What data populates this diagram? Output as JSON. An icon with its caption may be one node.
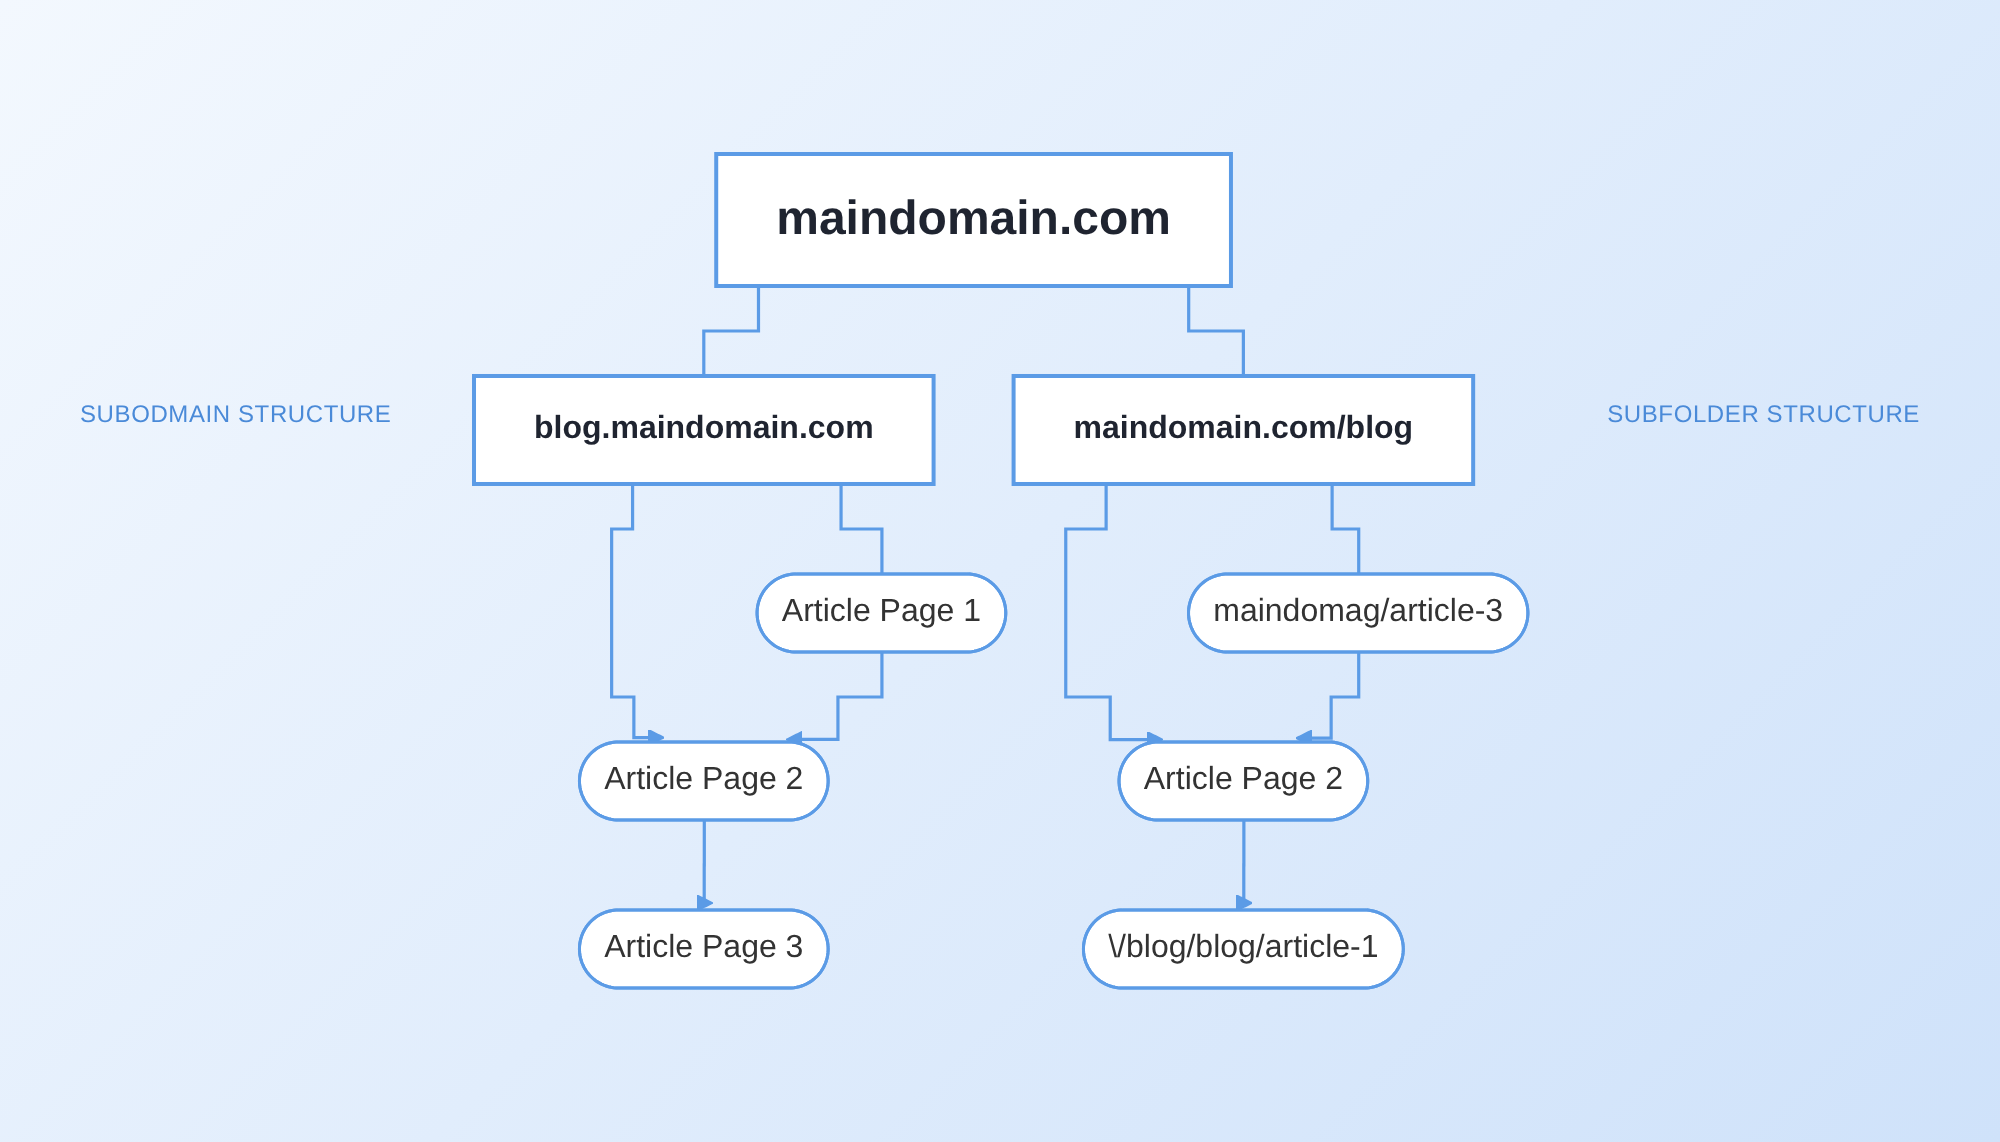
{
  "diagram": {
    "nodes": [
      {
        "text": [
          "maindomain.com"
        ]
      },
      {
        "text": [
          "blog.maindomain.com"
        ]
      },
      {
        "text": [
          "maindomain.com/blog"
        ]
      },
      {
        "text": [
          "Article Page 1"
        ]
      },
      {
        "text": [
          "Article Page 2"
        ]
      },
      {
        "text": [
          "Article Page 3"
        ]
      },
      {
        "text": [
          "maindomag/article-3"
        ]
      },
      {
        "text": [
          "Article Page 2"
        ]
      },
      {
        "text": [
          "\\/blog/blog/article-1"
        ]
      }
    ],
    "edges": [
      {
        "from": 0,
        "to": 1,
        "arrow": "none"
      },
      {
        "from": 0,
        "to": 2,
        "arrow": "none"
      },
      {
        "from": 1,
        "to": 3,
        "arrow": "none"
      },
      {
        "from": 1,
        "to": 4,
        "arrow": "to"
      },
      {
        "from": 3,
        "to": 4,
        "arrow": "to"
      },
      {
        "from": 4,
        "to": 5,
        "arrow": "to"
      },
      {
        "from": 2,
        "to": 7,
        "arrow": "to"
      },
      {
        "from": 2,
        "to": 6,
        "arrow": "none"
      },
      {
        "from": 6,
        "to": 7,
        "arrow": "to"
      },
      {
        "from": 7,
        "to": 8,
        "arrow": "to"
      }
    ],
    "labels": [
      "SUBODMAIN STRUCTURE",
      "SUBFOLDER STRUCTURE"
    ]
  }
}
